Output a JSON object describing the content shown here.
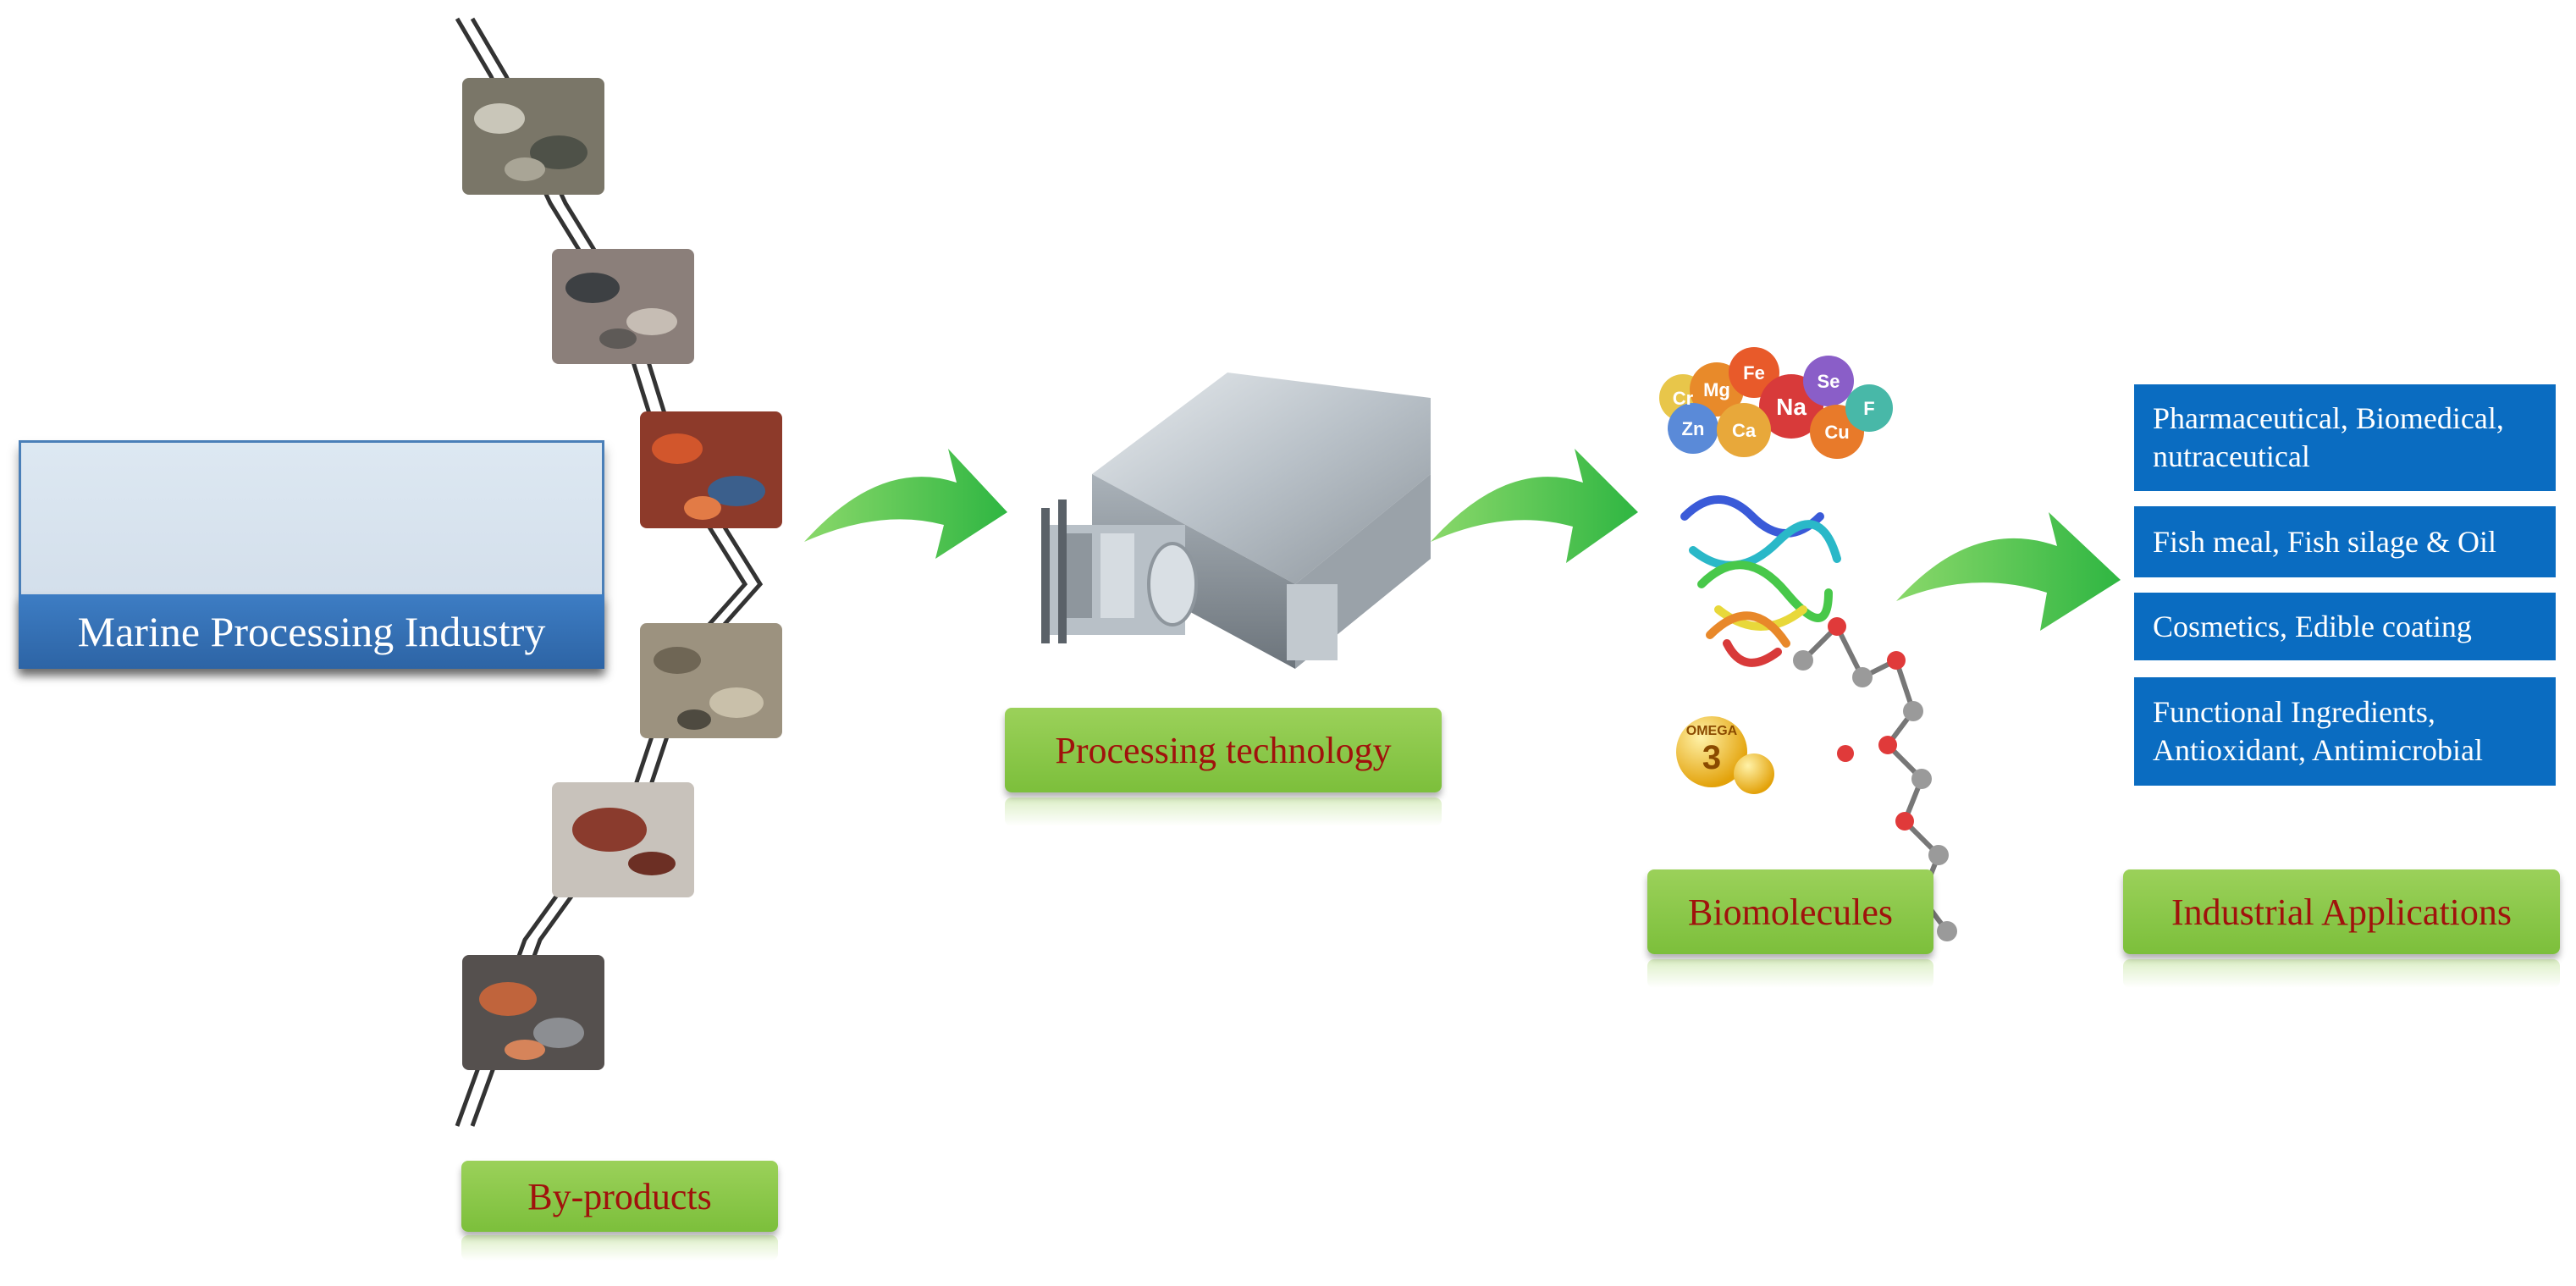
{
  "industry": {
    "label": "Marine Processing Industry"
  },
  "stages": {
    "byproducts": "By-products",
    "processing": "Processing technology",
    "biomolecules": "Biomolecules",
    "applications": "Industrial Applications"
  },
  "minerals": [
    "Cr",
    "Mg",
    "Fe",
    "Na",
    "Se",
    "Zn",
    "Ca",
    "Cu",
    "F"
  ],
  "omega_label": {
    "top": "OMEGA",
    "number": "3"
  },
  "applications": [
    "Pharmaceutical, Biomedical, nutraceutical",
    "Fish meal, Fish silage & Oil",
    "Cosmetics, Edible coating",
    "Functional Ingredients, Antioxidant, Antimicrobial"
  ],
  "colors": {
    "arrow_green": "#3fc24a",
    "label_green": "#8cc84b",
    "label_text": "#a0120c",
    "app_blue": "#0a6cc1",
    "banner_blue": "#2d64a5"
  }
}
